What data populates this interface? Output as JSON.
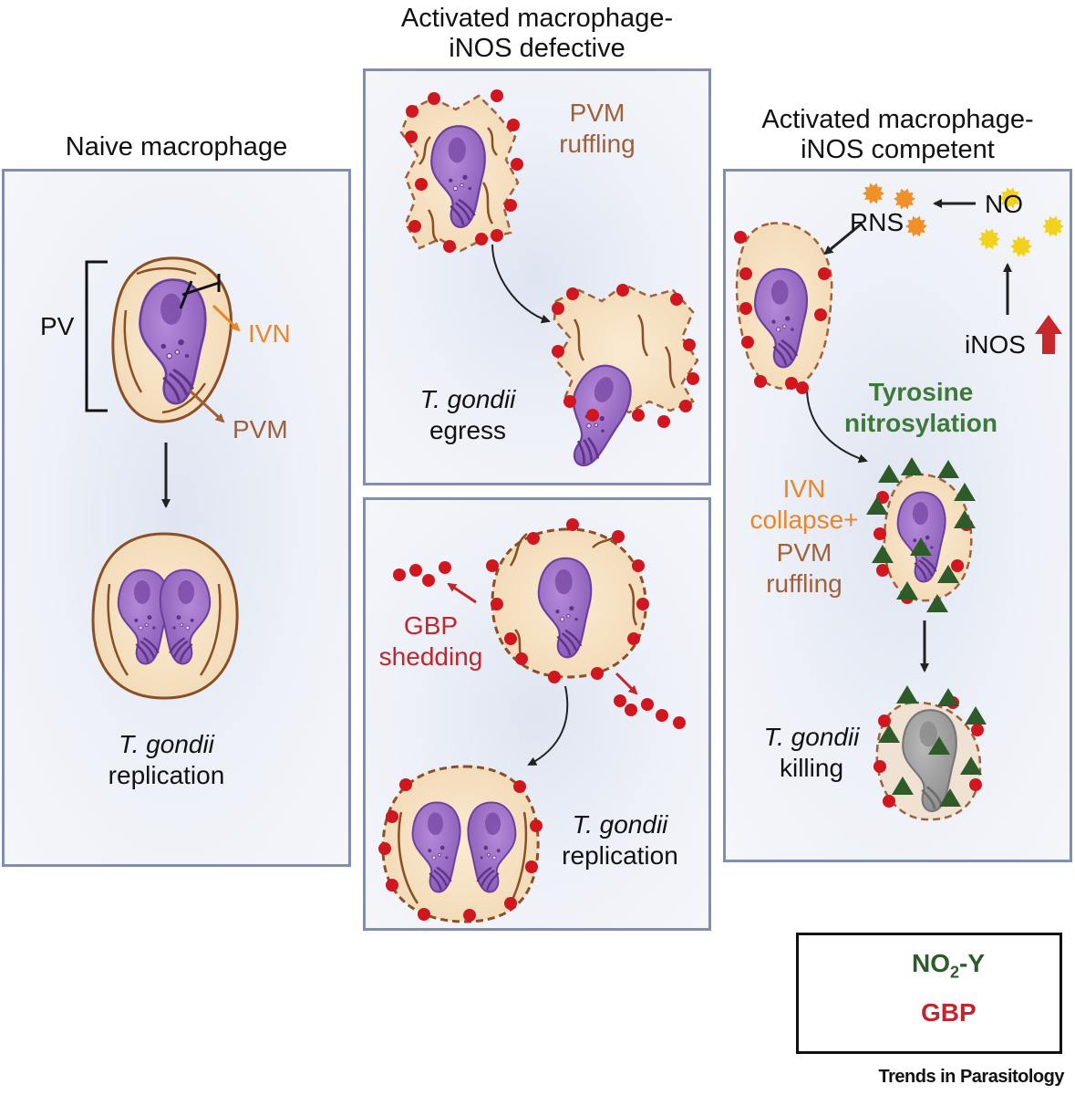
{
  "panels": {
    "naive": {
      "title": "Naive macrophage",
      "pv": "PV",
      "ivn": "IVN",
      "pvm": "PVM",
      "outcome_italic": "T. gondii",
      "outcome": "replication"
    },
    "defective": {
      "title_line1": "Activated macrophage-",
      "title_line2": "iNOS defective",
      "ruffling_line1": "PVM",
      "ruffling_line2": "ruffling",
      "egress_italic": "T. gondii",
      "egress": "egress"
    },
    "shedding": {
      "gbp_line1": "GBP",
      "gbp_line2": "shedding",
      "outcome_italic": "T. gondii",
      "outcome": "replication"
    },
    "competent": {
      "title_line1": "Activated macrophage-",
      "title_line2": "iNOS competent",
      "rns": "RNS",
      "no": "NO",
      "inos": "iNOS",
      "tyrosine_line1": "Tyrosine",
      "tyrosine_line2": "nitrosylation",
      "ivn_collapse_line1": "IVN",
      "ivn_collapse_line2": "collapse+",
      "pvm_ruffling_line1": "PVM",
      "pvm_ruffling_line2": "ruffling",
      "killing_italic": "T. gondii",
      "killing": "killing"
    }
  },
  "legend": {
    "no2y_prefix": "NO",
    "no2y_sub": "2",
    "no2y_suffix": "-Y",
    "gbp": "GBP"
  },
  "credit": "Trends in Parasitology",
  "colors": {
    "panel_border": "#7e8eb5",
    "parasite": "#9b6fc4",
    "gbp": "#d0161e",
    "no2y": "#2f5a2a",
    "orange": "#e8862c",
    "brown": "#a0603a",
    "tyrosine_green": "#3d7a3a",
    "gbp_text": "#c0262b"
  }
}
